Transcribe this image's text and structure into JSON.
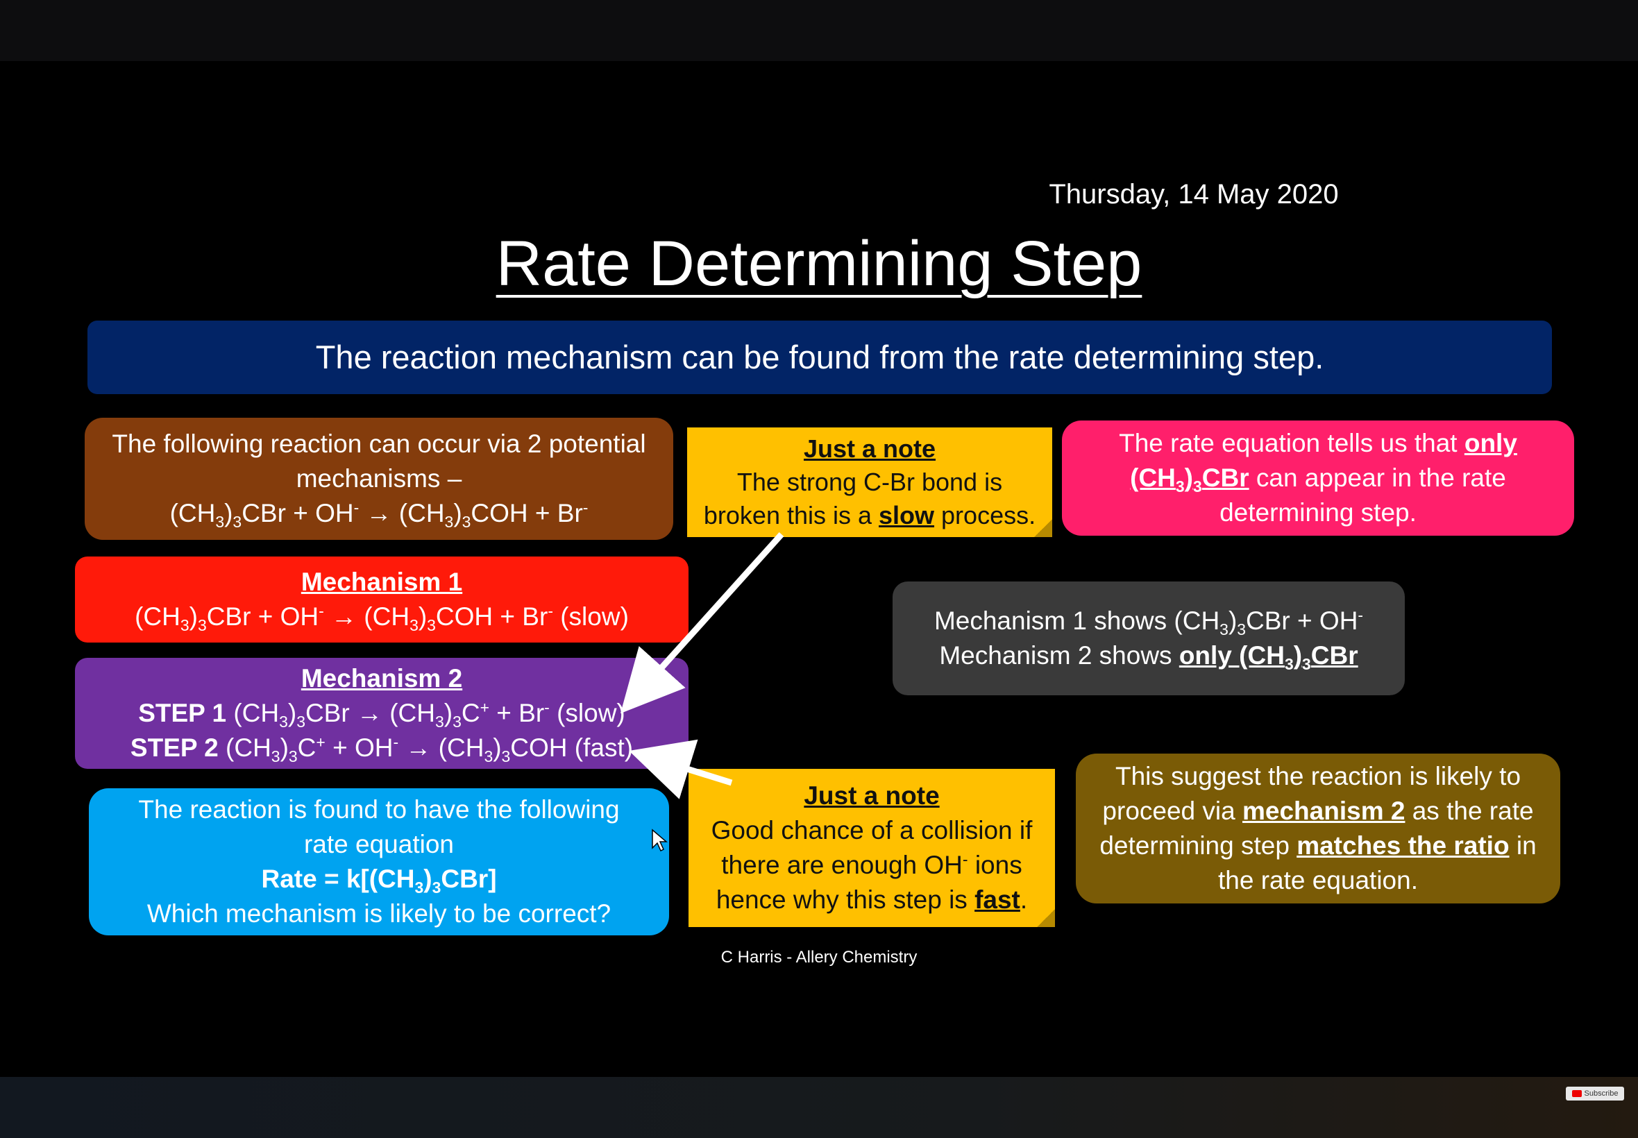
{
  "slide": {
    "date": "Thursday, 14 May 2020",
    "title": "Rate Determining Step",
    "banner": "The reaction mechanism can be found from the rate determining step.",
    "intro": {
      "line1": "The following reaction can occur via 2 potential",
      "line2": "mechanisms –",
      "eq": {
        "a": "(CH",
        "b": "3",
        "c": ")",
        "d": "3",
        "e": "CBr + OH",
        "f": "-",
        "g": " → (CH",
        "h": "3",
        "i": ")",
        "j": "3",
        "k": "COH + Br",
        "l": "-"
      }
    },
    "mechanism1": {
      "heading": "Mechanism 1",
      "eq": {
        "a": "(CH",
        "b": "3",
        "c": ")",
        "d": "3",
        "e": "CBr + OH",
        "f": "-",
        "g": " → (CH",
        "h": "3",
        "i": ")",
        "j": "3",
        "k": "COH + Br",
        "l": "-",
        "m": " (slow)"
      }
    },
    "mechanism2": {
      "heading": "Mechanism 2",
      "step1": {
        "label": "STEP 1",
        "a": " (CH",
        "b": "3",
        "c": ")",
        "d": "3",
        "e": "CBr → (CH",
        "f": "3",
        "g": ")",
        "h": "3",
        "i": "C",
        "j": "+",
        "k": " + Br",
        "l": "-",
        "m": " (slow)"
      },
      "step2": {
        "label": "STEP 2",
        "a": " (CH",
        "b": "3",
        "c": ")",
        "d": "3",
        "e": "C",
        "f": "+",
        "g": " + OH",
        "h": "-",
        "i": " → (CH",
        "j": "3",
        "k": ")",
        "l": "3",
        "m": "COH (fast)"
      }
    },
    "rate_box": {
      "line1": "The reaction is found to have the following",
      "line2": "rate equation",
      "rate": {
        "a": "Rate = k[(CH",
        "b": "3",
        "c": ")",
        "d": "3",
        "e": "CBr]"
      },
      "question": "Which mechanism is likely to be correct?"
    },
    "note1": {
      "heading": "Just a note",
      "line1": "The strong C-Br bond is",
      "line2_a": "broken this is a ",
      "line2_b": "slow",
      "line2_c": " process."
    },
    "note2": {
      "heading": "Just a note",
      "line1": "Good chance of a collision if",
      "line2_a": "there are enough OH",
      "line2_b": "-",
      "line2_c": " ions",
      "line3_a": "hence why this step is ",
      "line3_b": "fast",
      "line3_c": "."
    },
    "pink_box": {
      "line1_a": "The rate equation tells us that ",
      "line1_b": "only",
      "line2_a": "(CH",
      "line2_b": "3",
      "line2_c": ")",
      "line2_d": "3",
      "line2_e": "CBr",
      "line2_f": " can appear in the rate",
      "line3": "determining step."
    },
    "grey_box": {
      "line1": {
        "a": "Mechanism 1 shows (CH",
        "b": "3",
        "c": ")",
        "d": "3",
        "e": "CBr + OH",
        "f": "-"
      },
      "line2": {
        "a": "Mechanism 2 shows ",
        "b": "only (CH",
        "c": "3",
        "d": ")",
        "e": "3",
        "f": "CBr"
      }
    },
    "olive_box": {
      "line1": "This suggest the reaction is likely to",
      "line2_a": "proceed via ",
      "line2_b": "mechanism 2",
      "line2_c": " as the rate",
      "line3_a": "determining step ",
      "line3_b": "matches the ratio",
      "line3_c": " in",
      "line4": "the rate equation."
    },
    "credit": "C Harris - Allery Chemistry"
  },
  "player": {
    "subscribe_label": "Subscribe"
  }
}
